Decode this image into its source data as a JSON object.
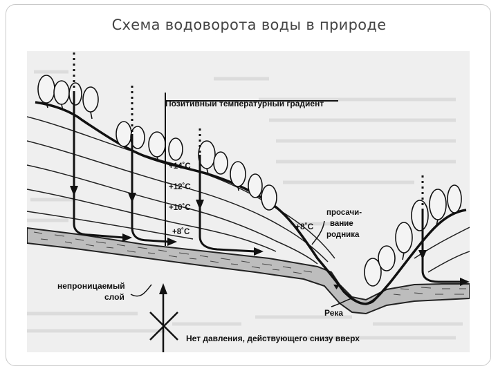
{
  "slide": {
    "title": "Схема водоворота воды в природе"
  },
  "diagram": {
    "labels": {
      "gradient": "Позитивный температурный градиент",
      "t14": "+14˚C",
      "t12": "+12˚C",
      "t10": "+10˚C",
      "t8": "+8˚C",
      "spring_temp": "+8˚C",
      "spring_line1": "просачи-",
      "spring_line2": "вание",
      "spring_line3": "родника",
      "layer_line1": "непроницаемый",
      "layer_line2": "слой",
      "river": "Река",
      "no_pressure": "Нет давления, действующего снизу вверх"
    }
  }
}
